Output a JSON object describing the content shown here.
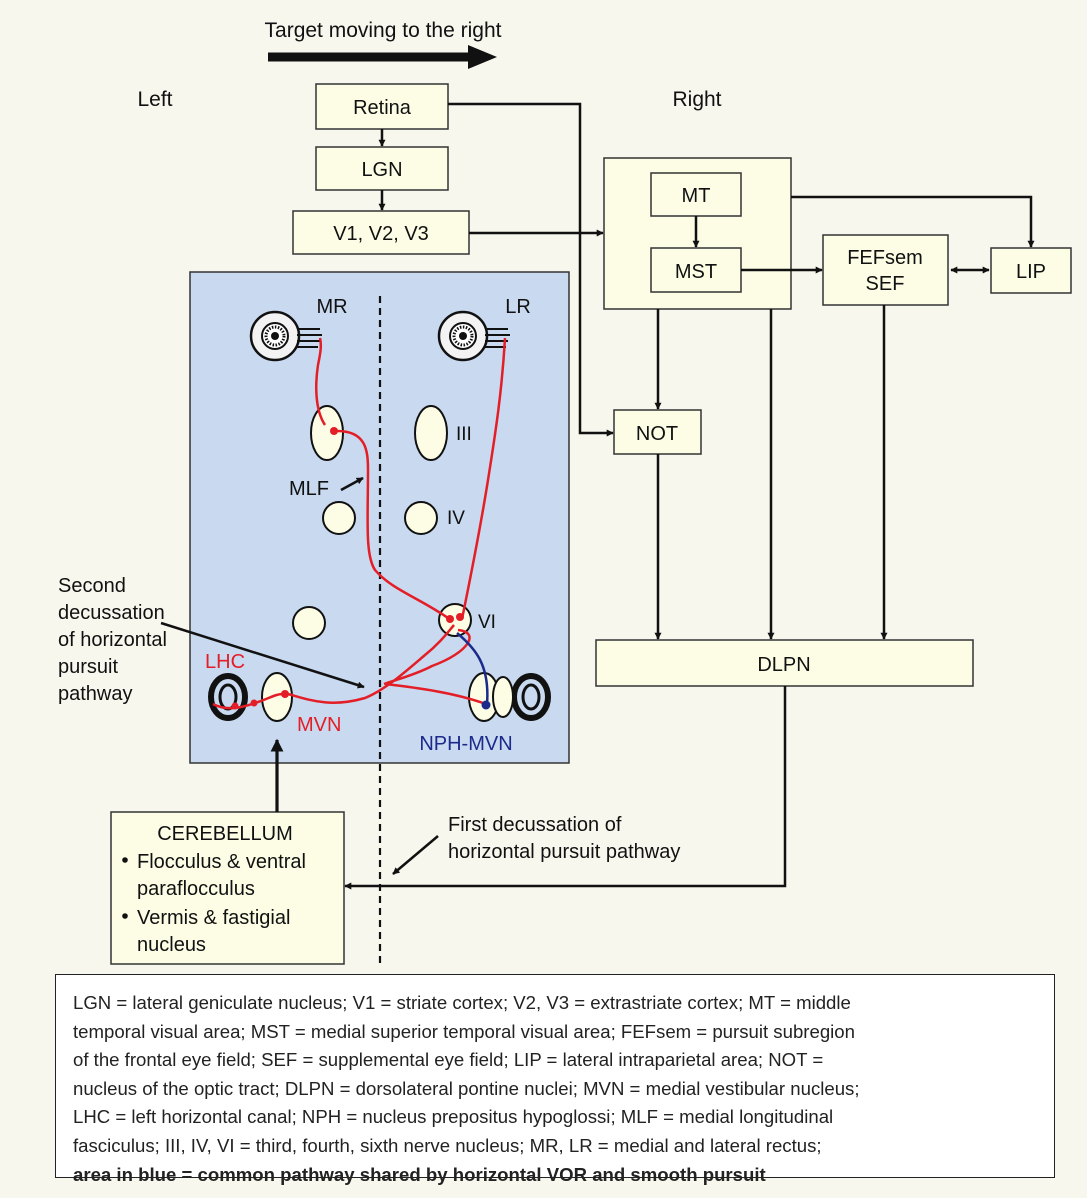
{
  "header": {
    "target_label": "Target moving to the right",
    "left_label": "Left",
    "right_label": "Right"
  },
  "boxes": {
    "retina": "Retina",
    "lgn": "LGN",
    "v123": "V1, V2, V3",
    "mt": "MT",
    "mst": "MST",
    "fefsem_line1": "FEFsem",
    "fefsem_line2": "SEF",
    "lip": "LIP",
    "not": "NOT",
    "dlpn": "DLPN"
  },
  "cerebellum": {
    "title": "CEREBELLUM",
    "items": [
      {
        "line1": "Flocculus & ventral",
        "line2": "paraflocculus"
      },
      {
        "line1": "Vermis & fastigial",
        "line2": "nucleus"
      }
    ]
  },
  "brainstem": {
    "mr": "MR",
    "lr": "LR",
    "iii": "III",
    "iv": "IV",
    "vi": "VI",
    "mlf": "MLF",
    "lhc": "LHC",
    "mvn": "MVN",
    "nph_mvn": "NPH-MVN"
  },
  "annotations": {
    "second_decussation": [
      "Second",
      "decussation",
      "of horizontal",
      "pursuit",
      "pathway"
    ],
    "first_decussation": [
      "First decussation of",
      "horizontal pursuit pathway"
    ]
  },
  "colors": {
    "background": "#f7f7ee",
    "blue_area": "#c8d9f0",
    "box_fill": "#fdfde6",
    "red_pathway": "#e41e26",
    "blue_pathway": "#1c2a8c",
    "nph_label": "#1c2a8c",
    "red_label": "#e41e26"
  },
  "legend": {
    "lines": [
      "LGN = lateral geniculate nucleus; V1 = striate cortex; V2, V3 = extrastriate cortex; MT = middle",
      "temporal visual area; MST = medial superior temporal visual area; FEFsem = pursuit subregion",
      "of the frontal eye field; SEF = supplemental eye field; LIP = lateral intraparietal area; NOT =",
      "nucleus of the optic tract; DLPN = dorsolateral pontine nuclei; MVN = medial vestibular nucleus;",
      "LHC = left horizontal canal; NPH = nucleus prepositus hypoglossi; MLF = medial longitudinal",
      "fasciculus; III, IV, VI = third, fourth, sixth nerve nucleus; MR, LR = medial and lateral rectus;"
    ],
    "bold_line": "area in blue = common pathway shared by horizontal VOR and smooth pursuit"
  }
}
